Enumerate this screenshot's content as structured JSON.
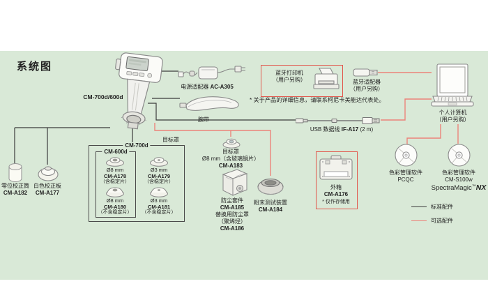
{
  "title": "系统图",
  "colors": {
    "background": "#d9e9d7",
    "standard_line": "#3b3b3b",
    "optional_line": "#ec837a",
    "highlight_box": "#e2554b"
  },
  "device": {
    "model": "CM-700d/600d"
  },
  "power_adapter": {
    "name": "电源适配器",
    "model": "AC-A305"
  },
  "wrist_strap": {
    "name": "腕带"
  },
  "bluetooth_printer": {
    "name": "蓝牙打印机",
    "note": "（用户另购）"
  },
  "bluetooth_adapter": {
    "name": "蓝牙适配器",
    "note": "（用户另购）"
  },
  "personal_computer": {
    "name": "个人计算机",
    "note": "（用户另购）"
  },
  "usb_cable": {
    "name": "USB 数据线",
    "model": "IF-A17",
    "length": "(2 m)"
  },
  "footnote": "* 关于产品的详细信息，请联系柯尼卡美能达代表处。",
  "zero_calibration": {
    "name": "零位校正筒",
    "model": "CM-A182"
  },
  "white_calibration": {
    "name": "白色校正板",
    "model": "CM-A177"
  },
  "target_masks": {
    "group_label": "目标罩",
    "outer_box_label": "CM-700d",
    "inner_box_label": "CM-600d",
    "items": [
      {
        "size": "Ø8 mm",
        "model": "CM-A178",
        "note": "（含稳定片）"
      },
      {
        "size": "Ø3 mm",
        "model": "CM-A179",
        "note": "（含稳定片）"
      },
      {
        "size": "Ø8 mm",
        "model": "CM-A180",
        "note": "（不含稳定片）"
      },
      {
        "size": "Ø3 mm",
        "model": "CM-A181",
        "note": "（不含稳定片）"
      }
    ]
  },
  "glass_mask": {
    "name": "目标罩",
    "spec": "Ø8 mm（含玻璃镜片）",
    "model": "CM-A183"
  },
  "dust_cover": {
    "name": "防尘套件",
    "model": "CM-A185",
    "replacement_name": "替换用防尘罩",
    "material": "（聚烯烃）",
    "replacement_model": "CM-A186"
  },
  "powder_tester": {
    "name": "粉末测试装置",
    "model": "CM-A184"
  },
  "outer_case": {
    "name": "外箱",
    "model": "CM-A176",
    "note": "* 仅作存储用"
  },
  "software_pcqc": {
    "name": "色彩管理软件",
    "product": "PCQC"
  },
  "software_spectramagic": {
    "name": "色彩管理软件",
    "model": "CM-S100w",
    "brand": "SpectraMagic",
    "tm": "™",
    "edition": "NX"
  },
  "legend": {
    "standard": "标准配件",
    "optional": "可选配件"
  }
}
